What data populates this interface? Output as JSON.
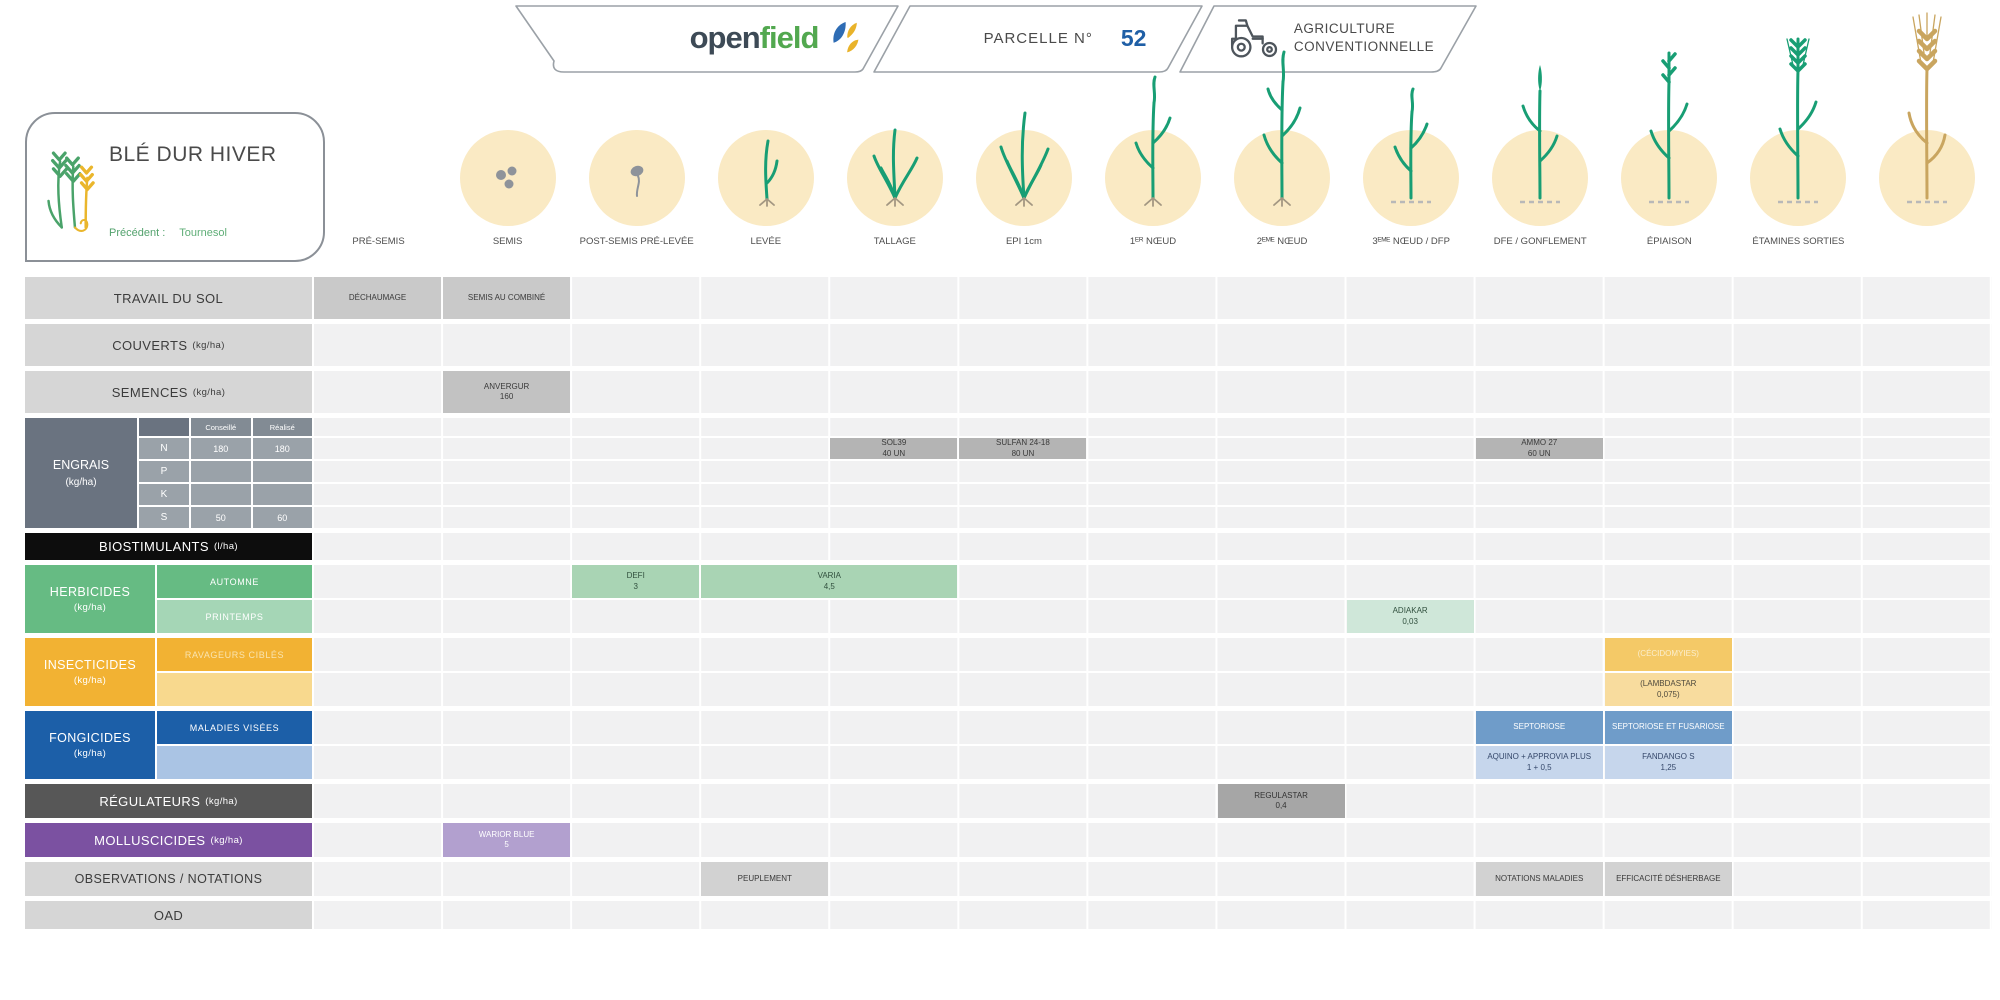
{
  "header": {
    "logo_open": "open",
    "logo_field": "field",
    "parcel_label": "PARCELLE N°",
    "parcel_number": "52",
    "agri_line1": "AGRICULTURE",
    "agri_line2": "CONVENTIONNELLE"
  },
  "crop": {
    "title": "BLÉ DUR HIVER",
    "prev_label": "Précédent :",
    "prev_value": "Tournesol"
  },
  "stages": [
    {
      "label": "PRÉ-SEMIS"
    },
    {
      "label": "SEMIS"
    },
    {
      "label": "POST-SEMIS PRÉ-LEVÉE"
    },
    {
      "label": "LEVÉE"
    },
    {
      "label": "TALLAGE"
    },
    {
      "label": "EPI 1cm"
    },
    {
      "label": "1ᴱᴿ NŒUD"
    },
    {
      "label": "2ᴱᴹᴱ NŒUD"
    },
    {
      "label": "3ᴱᴹᴱ NŒUD / DFP"
    },
    {
      "label": "DFE / GONFLEMENT"
    },
    {
      "label": "ÉPIAISON"
    },
    {
      "label": "ÉTAMINES SORTIES"
    },
    {
      "label": ""
    }
  ],
  "rows": {
    "travail": {
      "label": "TRAVAIL DU SOL",
      "unit": ""
    },
    "couverts": {
      "label": "COUVERTS",
      "unit": "(kg/ha)"
    },
    "semences": {
      "label": "SEMENCES",
      "unit": "(kg/ha)"
    },
    "engrais": {
      "label": "ENGRAIS",
      "unit": "(kg/ha)",
      "col_conseille": "Conseillé",
      "col_realise": "Réalisé",
      "npks": [
        {
          "el": "N",
          "c": "180",
          "r": "180"
        },
        {
          "el": "P",
          "c": "",
          "r": ""
        },
        {
          "el": "K",
          "c": "",
          "r": ""
        },
        {
          "el": "S",
          "c": "50",
          "r": "60"
        }
      ]
    },
    "biostimulants": {
      "label": "BIOSTIMULANTS",
      "unit": "(l/ha)"
    },
    "herbicides": {
      "label": "HERBICIDES",
      "unit": "(kg/ha)",
      "sub1": "AUTOMNE",
      "sub2": "PRINTEMPS"
    },
    "insecticides": {
      "label": "INSECTICIDES",
      "unit": "(kg/ha)",
      "sub1": "RAVAGEURS CIBLÉS",
      "sub2": ""
    },
    "fongicides": {
      "label": "FONGICIDES",
      "unit": "(kg/ha)",
      "sub1": "MALADIES VISÉES",
      "sub2": ""
    },
    "regulateurs": {
      "label": "RÉGULATEURS",
      "unit": "(kg/ha)"
    },
    "molluscicides": {
      "label": "MOLLUSCICIDES",
      "unit": "(kg/ha)"
    },
    "observations": {
      "label": "OBSERVATIONS / NOTATIONS",
      "unit": ""
    },
    "oad": {
      "label": "OAD",
      "unit": ""
    }
  },
  "cells": {
    "dechaumage": {
      "line1": "DÉCHAUMAGE",
      "line2": ""
    },
    "semis_combine": {
      "line1": "SEMIS AU COMBINÉ",
      "line2": ""
    },
    "anvergur": {
      "line1": "ANVERGUR",
      "line2": "160"
    },
    "sol39": {
      "line1": "SOL39",
      "line2": "40 UN"
    },
    "sulfan": {
      "line1": "SULFAN 24-18",
      "line2": "80 UN"
    },
    "ammo27": {
      "line1": "AMMO 27",
      "line2": "60 UN"
    },
    "defi": {
      "line1": "DEFI",
      "line2": "3"
    },
    "varia": {
      "line1": "VARIA",
      "line2": "4,5"
    },
    "adiakar": {
      "line1": "ADIAKAR",
      "line2": "0,03"
    },
    "cecidomyies": {
      "line1": "(CÉCIDOMYIES)",
      "line2": ""
    },
    "lambdastar": {
      "line1": "(LAMBDASTAR",
      "line2": "0,075)"
    },
    "septoriose": {
      "line1": "SEPTORIOSE",
      "line2": ""
    },
    "septo_fusariose": {
      "line1": "SEPTORIOSE ET FUSARIOSE",
      "line2": ""
    },
    "aquino": {
      "line1": "AQUINO + APPROVIA PLUS",
      "line2": "1 + 0,5"
    },
    "fandango": {
      "line1": "FANDANGO S",
      "line2": "1,25"
    },
    "regulastar": {
      "line1": "REGULASTAR",
      "line2": "0,4"
    },
    "warior": {
      "line1": "WARIOR BLUE",
      "line2": "5"
    },
    "peuplement": {
      "line1": "PEUPLEMENT",
      "line2": ""
    },
    "notations_maladies": {
      "line1": "NOTATIONS MALADIES",
      "line2": ""
    },
    "efficacite_desherbage": {
      "line1": "EFFICACITÉ DÉSHERBAGE",
      "line2": ""
    }
  },
  "colors": {
    "brand_green": "#52a84f",
    "parcel_blue": "#1f5fa6",
    "stage_circle": "#faeac4",
    "plant_green": "#189e74",
    "wheat_gold": "#c9a55f",
    "herbicide_green": "#66bb83",
    "insecticide_orange": "#f2b233",
    "fongicide_blue": "#1c5fa8",
    "regulator_gray": "#575757",
    "molluscicide_purple": "#7b51a1",
    "band_gray": "#f1f1f2"
  }
}
